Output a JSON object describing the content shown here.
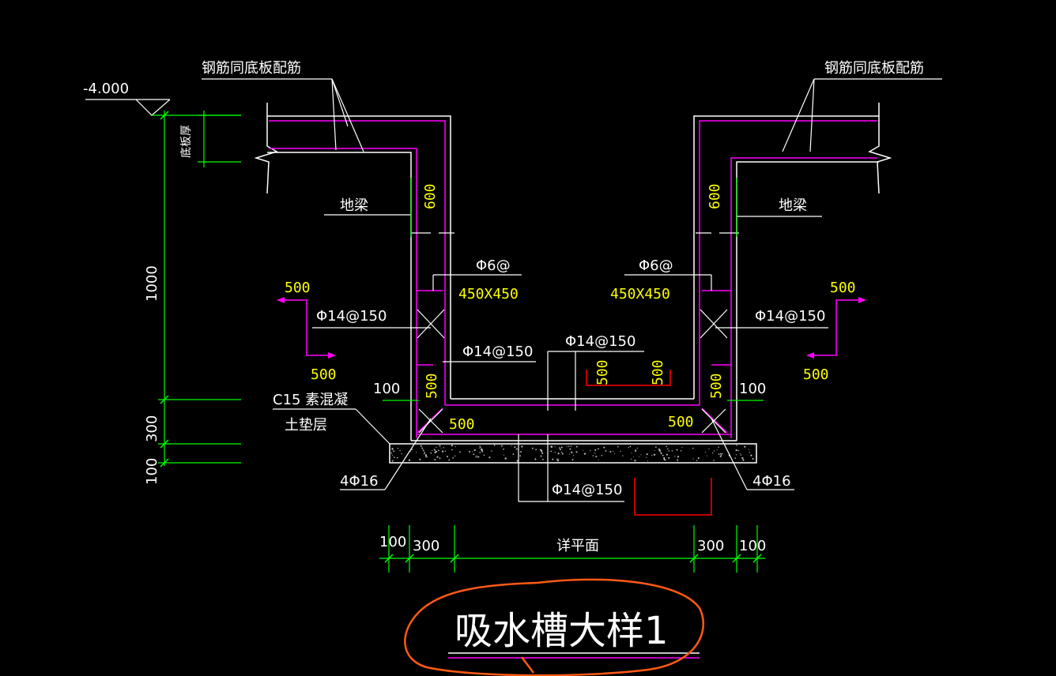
{
  "drawing": {
    "elevation": "-4.000",
    "label_top_left": "钢筋同底板配筋",
    "label_top_right": "钢筋同底板配筋",
    "label_slab_thickness": "底板厚",
    "label_beam_left": "地梁",
    "label_beam_right": "地梁",
    "dim_1000": "1000",
    "dim_300_left": "300",
    "dim_100_left": "100",
    "dim_600_left": "600",
    "dim_600_right": "600",
    "stirrup_left": "Φ6@",
    "stirrup_left_size": "450X450",
    "stirrup_right": "Φ6@",
    "stirrup_right_size": "450X450",
    "bar_left_wall_outer": "Φ14@150",
    "bar_left_wall_inner": "Φ14@150",
    "bar_center_top": "Φ14@150",
    "bar_right_wall_outer": "Φ14@150",
    "bar_bottom": "Φ14@150",
    "dim_500_left_top": "500",
    "dim_500_left_bottom": "500",
    "dim_500_right_top": "500",
    "dim_500_right_bottom": "500",
    "dim_500_center_left": "500",
    "dim_500_center_right": "500",
    "dim_500_corner_left_v": "500",
    "dim_500_corner_left_h": "500",
    "dim_500_corner_right_v": "500",
    "dim_500_corner_right_h": "500",
    "dim_100_corner_left": "100",
    "dim_100_corner_right": "100",
    "concrete_label": "C15  素混凝",
    "cushion_label": "土垫层",
    "bars_corner_left": "4Φ16",
    "bars_corner_right": "4Φ16",
    "dim_bottom_100_left": "100",
    "dim_bottom_300_left": "300",
    "dim_bottom_center": "详平面",
    "dim_bottom_300_right": "300",
    "dim_bottom_100_right": "100",
    "title": "吸水槽大样1"
  },
  "colors": {
    "background": "#000000",
    "outline": "#ffffff",
    "rebar": "#ff00ff",
    "dimension": "#00ff00",
    "dimension_text": "#ffff00",
    "section_mark": "#ff0000",
    "annotation_circle": "#ff5a14"
  }
}
